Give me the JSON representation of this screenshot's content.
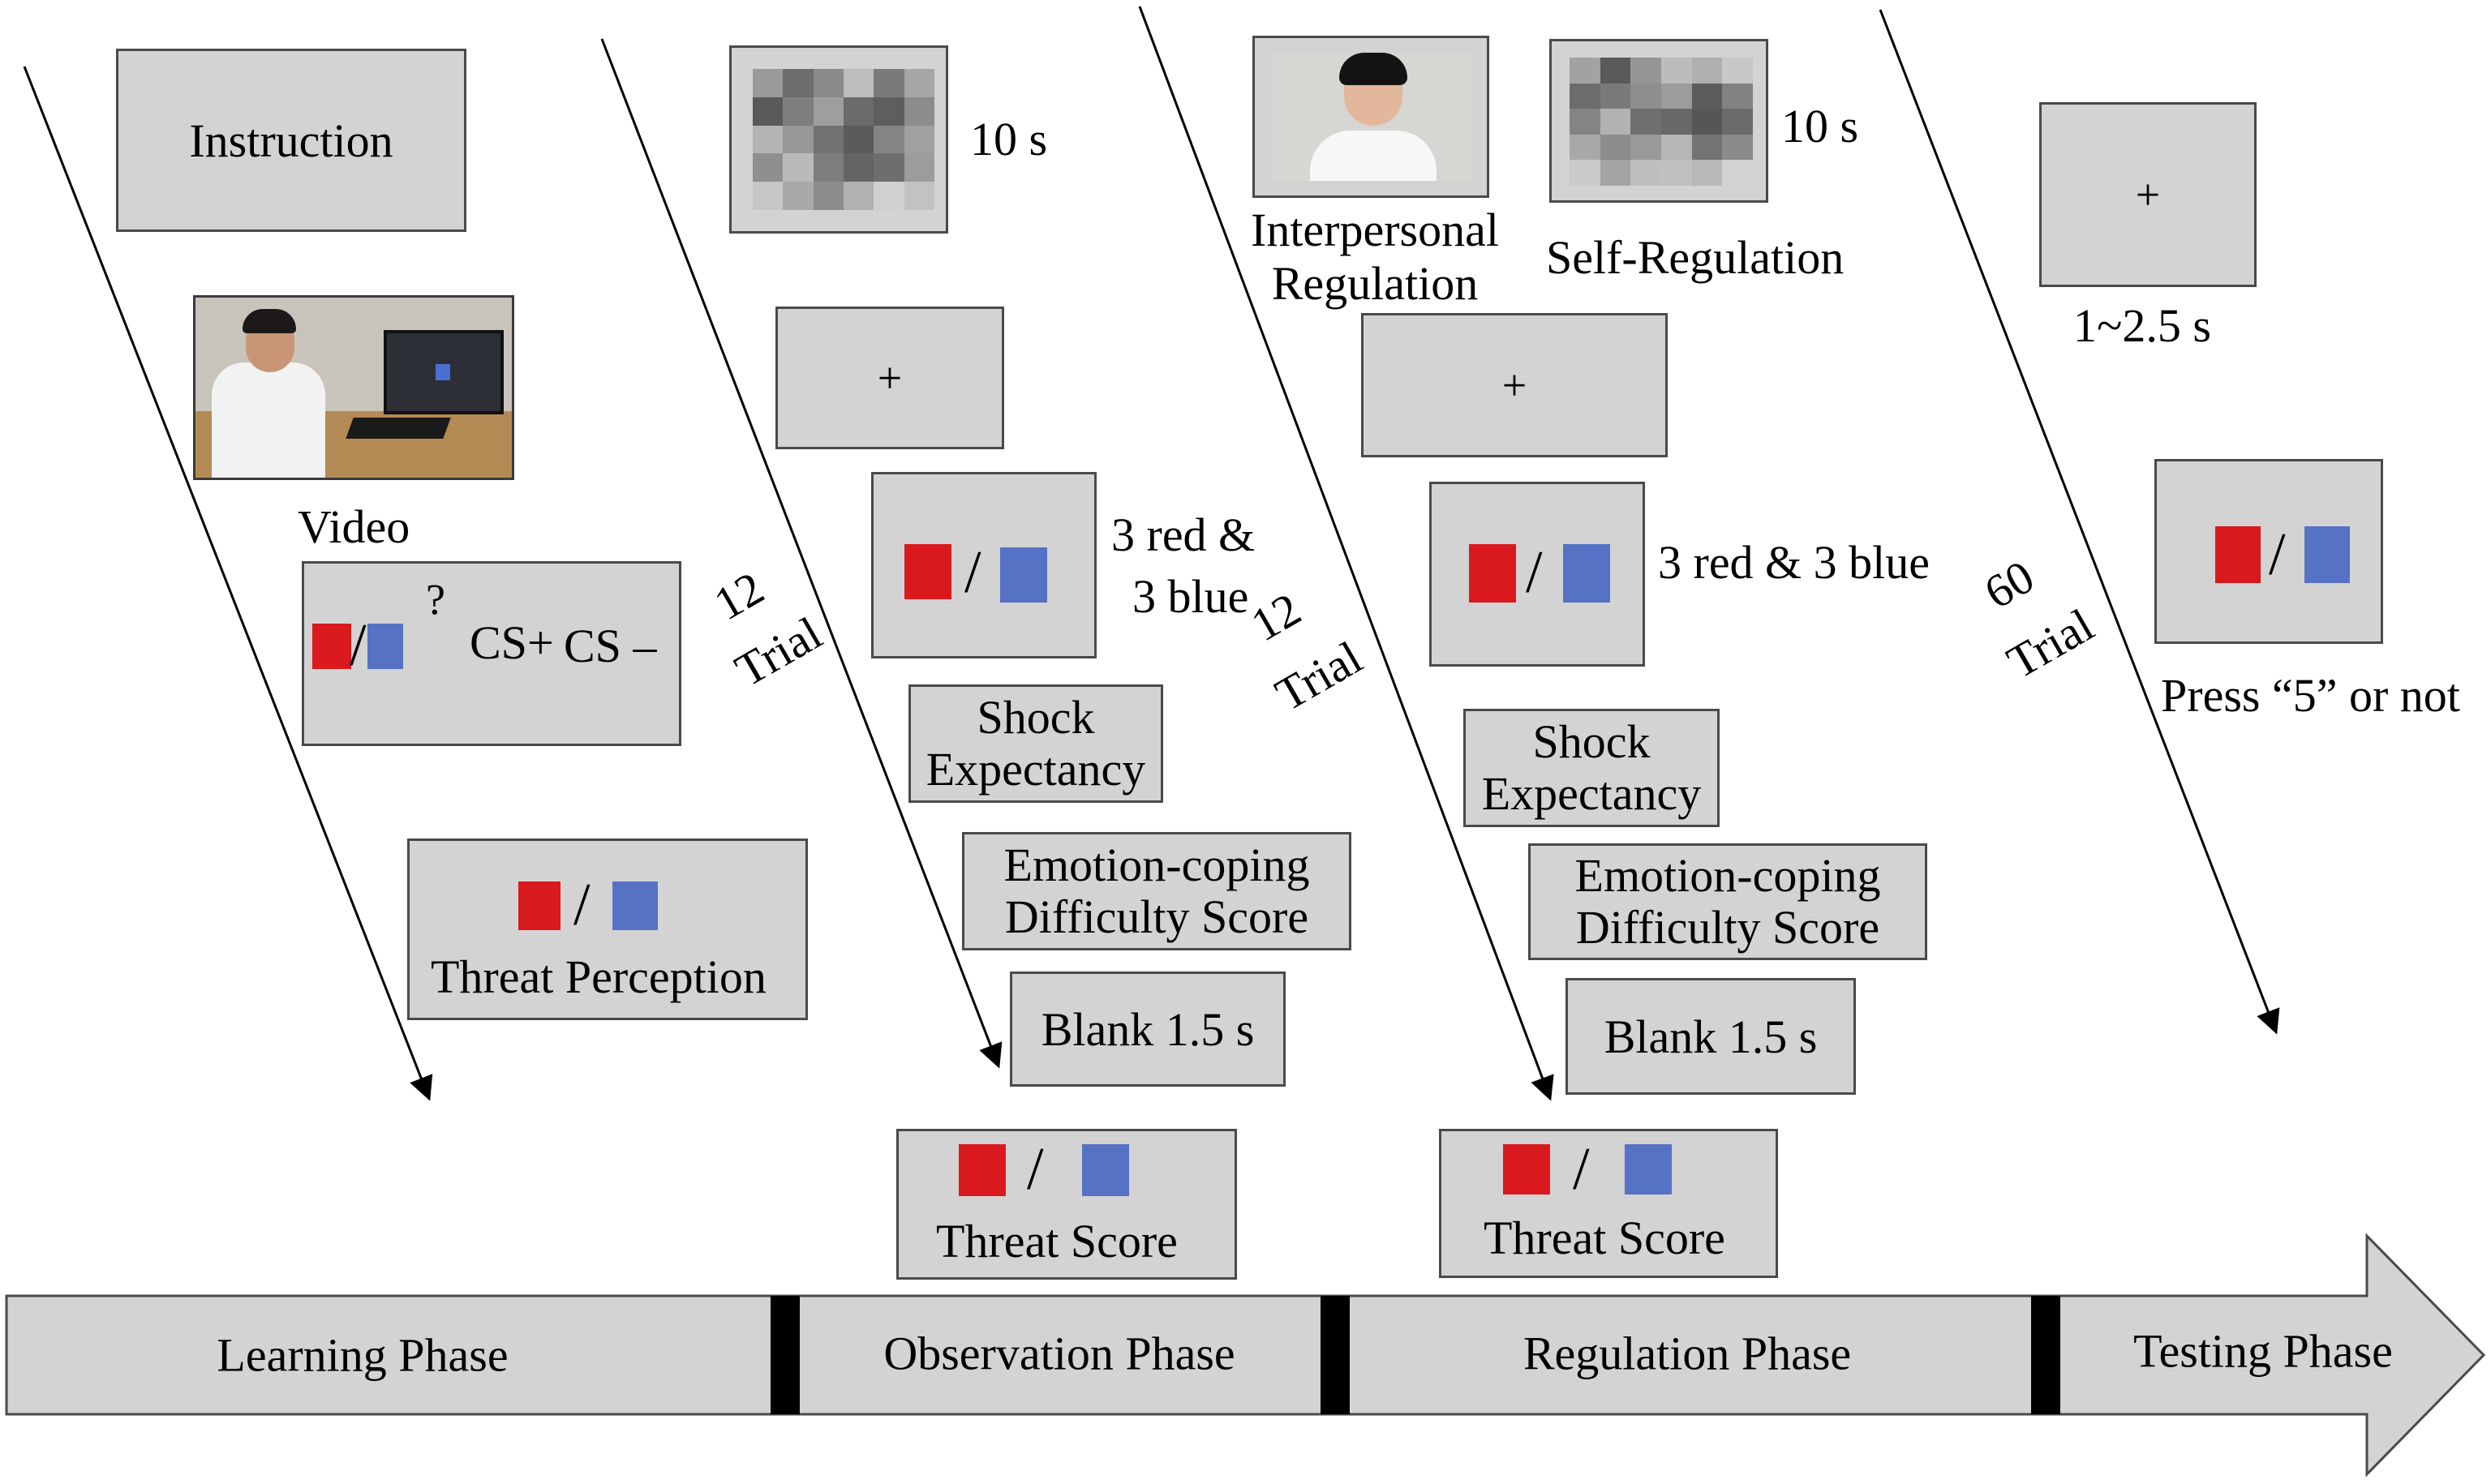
{
  "phases": [
    {
      "label": "Learning Phase"
    },
    {
      "label": "Observation Phase"
    },
    {
      "label": "Regulation Phase"
    },
    {
      "label": "Testing Phase"
    }
  ],
  "learning": {
    "instruction": "Instruction",
    "video_label": "Video",
    "question_mark": "?",
    "cs_plus": "CS+",
    "cs_minus": "CS –",
    "slash": "/",
    "trials_count": "12",
    "trials_word": "Trial",
    "threat_perception": "Threat Perception"
  },
  "observation": {
    "duration": "10 s",
    "fixation": "+",
    "stimuli_line1": "3 red &",
    "stimuli_line2": "3 blue",
    "shock_line1": "Shock",
    "shock_line2": "Expectancy",
    "coping_line1": "Emotion-coping",
    "coping_line2": "Difficulty Score",
    "blank": "Blank 1.5 s",
    "threat_score": "Threat Score",
    "slash": "/"
  },
  "regulation": {
    "trials_count": "12",
    "trials_word": "Trial",
    "interpersonal_line1": "Interpersonal",
    "interpersonal_line2": "Regulation",
    "self_regulation": "Self-Regulation",
    "duration": "10 s",
    "fixation": "+",
    "stimuli": "3 red & 3 blue",
    "shock_line1": "Shock",
    "shock_line2": "Expectancy",
    "coping_line1": "Emotion-coping",
    "coping_line2": "Difficulty Score",
    "blank": "Blank 1.5 s",
    "threat_score": "Threat Score",
    "slash": "/"
  },
  "testing": {
    "trials_count": "60",
    "trials_word": "Trial",
    "fixation": "+",
    "iti": "1~2.5 s",
    "response": "Press “5” or not",
    "slash": "/"
  },
  "colors": {
    "box_fill": "#d3d3d3",
    "red_square": "#d9191e",
    "blue_square": "#5572c4",
    "separator": "#000000"
  }
}
